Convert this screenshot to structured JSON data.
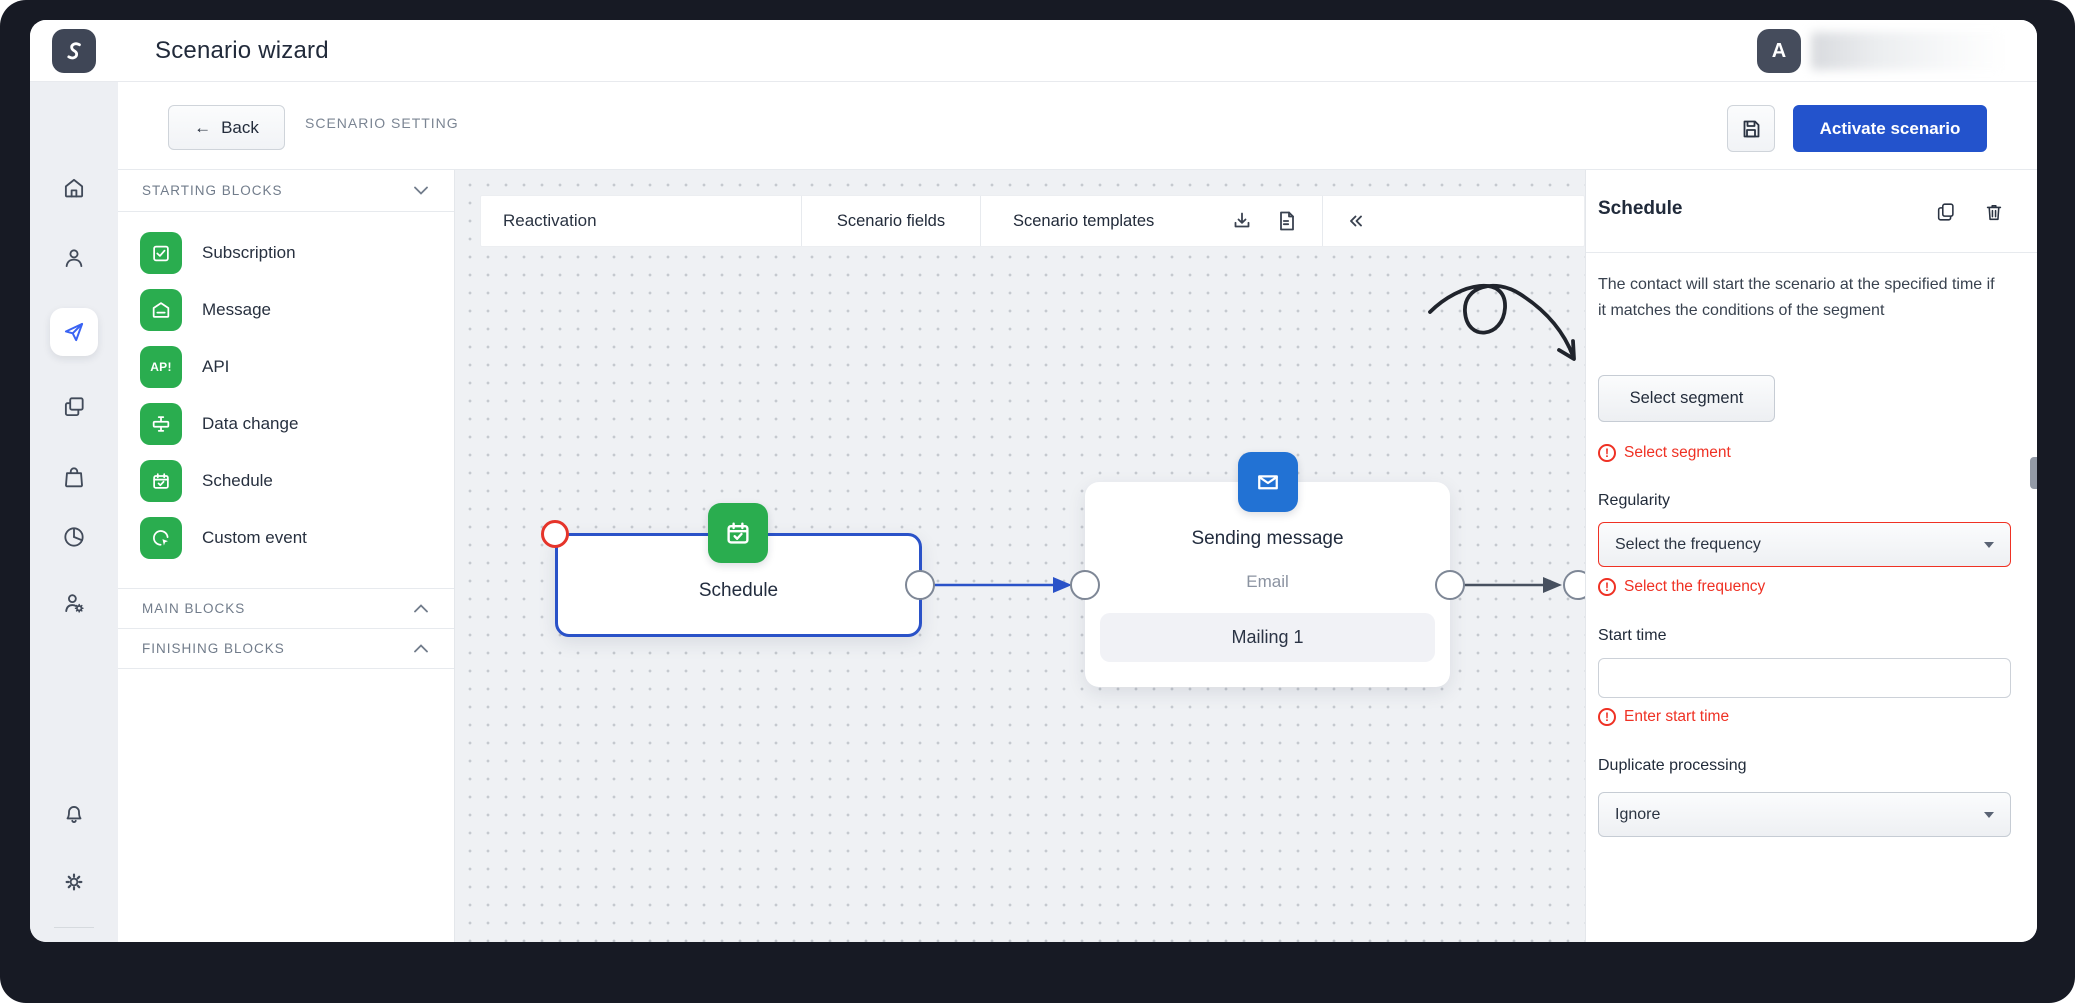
{
  "header": {
    "title": "Scenario wizard",
    "avatar_initial": "A"
  },
  "subheader": {
    "back_arrow": "←",
    "back_label": "Back",
    "section_label": "SCENARIO SETTING",
    "activate_label": "Activate scenario"
  },
  "rail": {
    "items": [
      "home",
      "contacts",
      "campaigns",
      "pages",
      "store",
      "analytics",
      "account-settings",
      "notifications",
      "settings",
      "help"
    ],
    "active_item": "campaigns"
  },
  "blocks": {
    "starting_label": "STARTING BLOCKS",
    "main_label": "MAIN BLOCKS",
    "finishing_label": "FINISHING BLOCKS",
    "items": [
      {
        "label": "Subscription",
        "icon": "checkbox-icon"
      },
      {
        "label": "Message",
        "icon": "envelope-icon"
      },
      {
        "label": "API",
        "icon": "api-icon",
        "icon_text": "AP!"
      },
      {
        "label": "Data change",
        "icon": "data-slider-icon"
      },
      {
        "label": "Schedule",
        "icon": "calendar-check-icon"
      },
      {
        "label": "Custom event",
        "icon": "cursor-event-icon"
      }
    ]
  },
  "canvas": {
    "toolbar": {
      "scenario_name": "Reactivation",
      "fields_label": "Scenario fields",
      "templates_label": "Scenario templates"
    },
    "schedule_node": {
      "title": "Schedule"
    },
    "message_node": {
      "title": "Sending message",
      "subtitle": "Email",
      "tag": "Mailing 1"
    }
  },
  "inspector": {
    "title": "Schedule",
    "description": "The contact will start the scenario at the specified time if it matches the conditions of the segment",
    "select_segment_button": "Select segment",
    "segment_error": "Select segment",
    "regularity_label": "Regularity",
    "frequency_value": "Select the frequency",
    "frequency_error": "Select the frequency",
    "start_time_label": "Start time",
    "start_time_value": "",
    "start_time_error": "Enter start time",
    "duplicate_label": "Duplicate processing",
    "duplicate_value": "Ignore"
  },
  "colors": {
    "primary_blue": "#2353cc",
    "selection_blue": "#2a52c8",
    "node_icon_blue": "#2272d4",
    "block_green": "#2aad4f",
    "error_red": "#ef3124",
    "rail_active_blue": "#3a63f3"
  }
}
